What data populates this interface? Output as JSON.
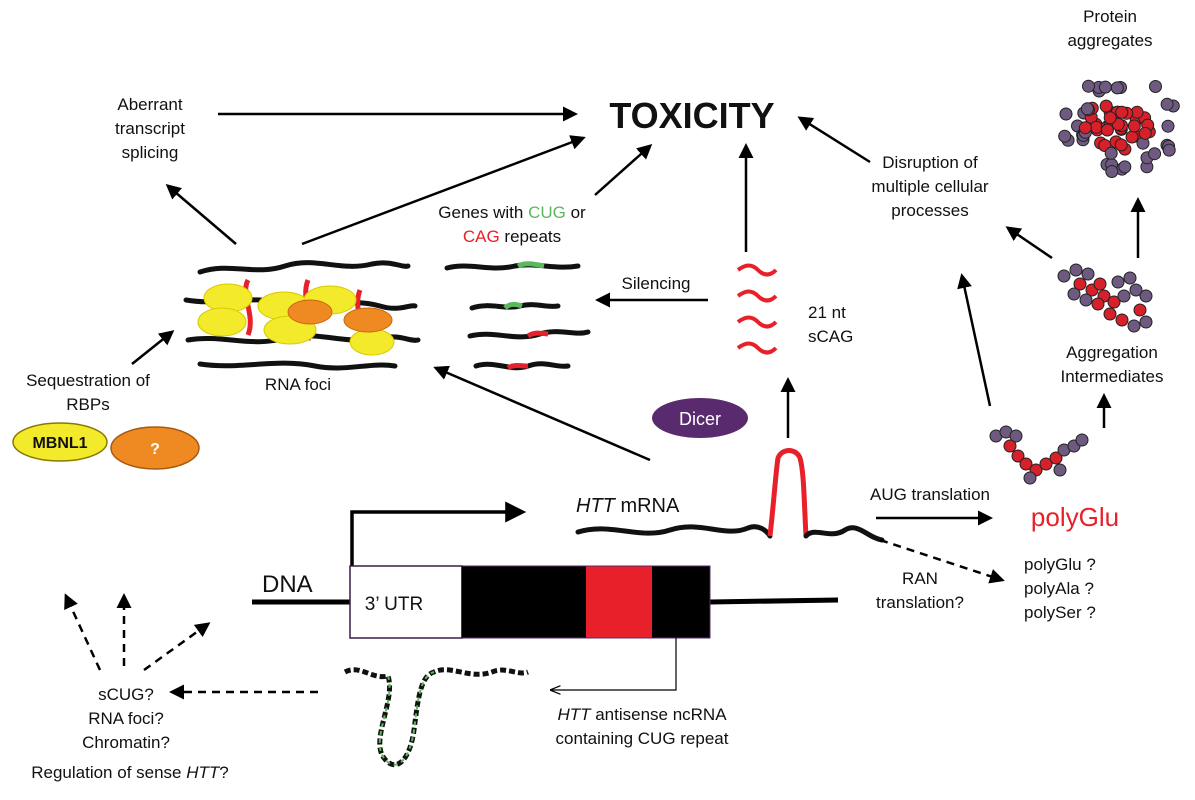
{
  "title": "TOXICITY",
  "labels": {
    "aberrant": [
      "Aberrant",
      "transcript",
      "splicing"
    ],
    "genes_prefix": "Genes with ",
    "genes_cug": "CUG",
    "genes_or": " or",
    "genes_cag": "CAG",
    "genes_suffix": " repeats",
    "silencing": "Silencing",
    "sCAG": [
      "21 nt",
      "sCAG"
    ],
    "rna_foci": "RNA foci",
    "sequestration": [
      "Sequestration of",
      "RBPs"
    ],
    "mbnl1": "MBNL1",
    "question": "?",
    "dicer": "Dicer",
    "disruption": [
      "Disruption of",
      "multiple cellular",
      "processes"
    ],
    "protein_aggregates": [
      "Protein",
      "aggregates"
    ],
    "aggregation_intermediates": [
      "Aggregation",
      "Intermediates"
    ],
    "polyglu": "polyGlu",
    "htt_mrna_italic": "HTT",
    "htt_mrna_rest": " mRNA",
    "aug_translation": "AUG  translation",
    "ran_translation": [
      "RAN",
      "translation?"
    ],
    "poly_list": [
      "polyGlu ?",
      "polyAla ?",
      "polySer ?"
    ],
    "dna": "DNA",
    "utr": "3’ UTR",
    "antisense_italic": "HTT",
    "antisense_rest": " antisense ncRNA",
    "antisense_line2": "containing CUG repeat",
    "scug": [
      "sCUG?",
      "RNA foci?",
      "Chromatin?"
    ],
    "regulation_prefix": "Regulation of sense ",
    "regulation_italic": "HTT",
    "regulation_suffix": "?"
  },
  "colors": {
    "cug_green": "#5cb85c",
    "cag_red": "#e8202a",
    "polyglu_red": "#e8202a",
    "mbnl1_yellow": "#f2ea2a",
    "orange": "#ef8a22",
    "dicer_purple": "#5a2a6e",
    "bead_purple": "#6e5a80",
    "bead_red": "#d6202a"
  }
}
